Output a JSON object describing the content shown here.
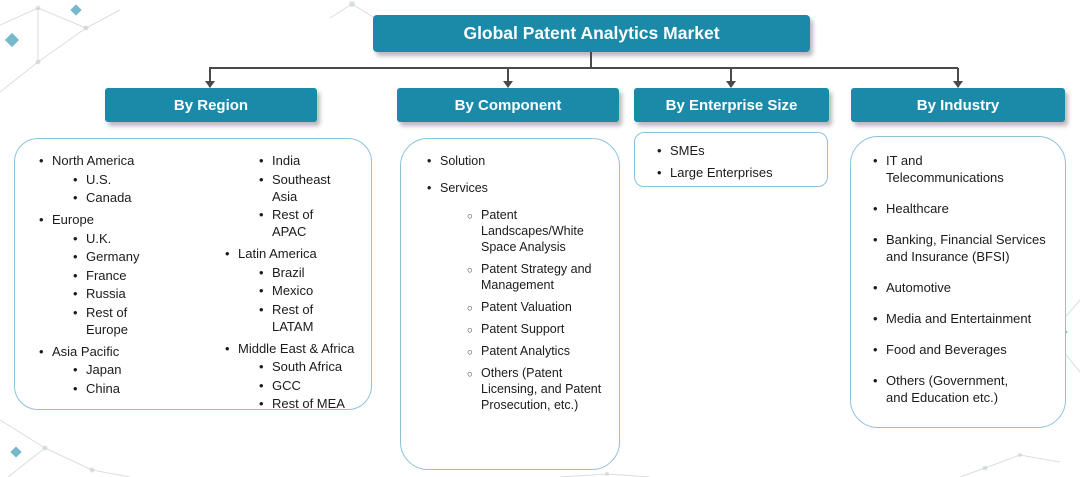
{
  "title": "Global Patent Analytics Market",
  "headers": {
    "region": "By Region",
    "component": "By Component",
    "enterprise": "By Enterprise Size",
    "industry": "By Industry"
  },
  "region": {
    "col1": [
      "North America",
      "U.S.",
      "Canada",
      "Europe",
      "U.K.",
      "Germany",
      "France",
      "Russia",
      "Rest of Europe",
      "Asia Pacific",
      "Japan",
      "China"
    ],
    "col2": [
      "India",
      "Southeast Asia",
      "Rest of APAC",
      "Latin America",
      "Brazil",
      "Mexico",
      "Rest of LATAM",
      "Middle East & Africa",
      "South Africa",
      "GCC",
      "Rest of MEA"
    ]
  },
  "component": {
    "items": [
      "Solution",
      "Services"
    ],
    "services_sub": [
      "Patent Landscapes/White Space Analysis",
      "Patent Strategy and Management",
      "Patent Valuation",
      "Patent Support",
      "Patent Analytics",
      "Others (Patent Licensing, and Patent Prosecution, etc.)"
    ]
  },
  "enterprise": {
    "items": [
      "SMEs",
      "Large Enterprises"
    ]
  },
  "industry": {
    "items": [
      "IT and Telecommunications",
      "Healthcare",
      "Banking, Financial Services and Insurance (BFSI)",
      "Automotive",
      "Media and Entertainment",
      "Food and Beverages",
      "Others (Government, and Education etc.)"
    ]
  },
  "colors": {
    "accent_teal": "#1b8aa9",
    "box_border": "#8cc3dc",
    "connector": "#4a4a4a"
  }
}
